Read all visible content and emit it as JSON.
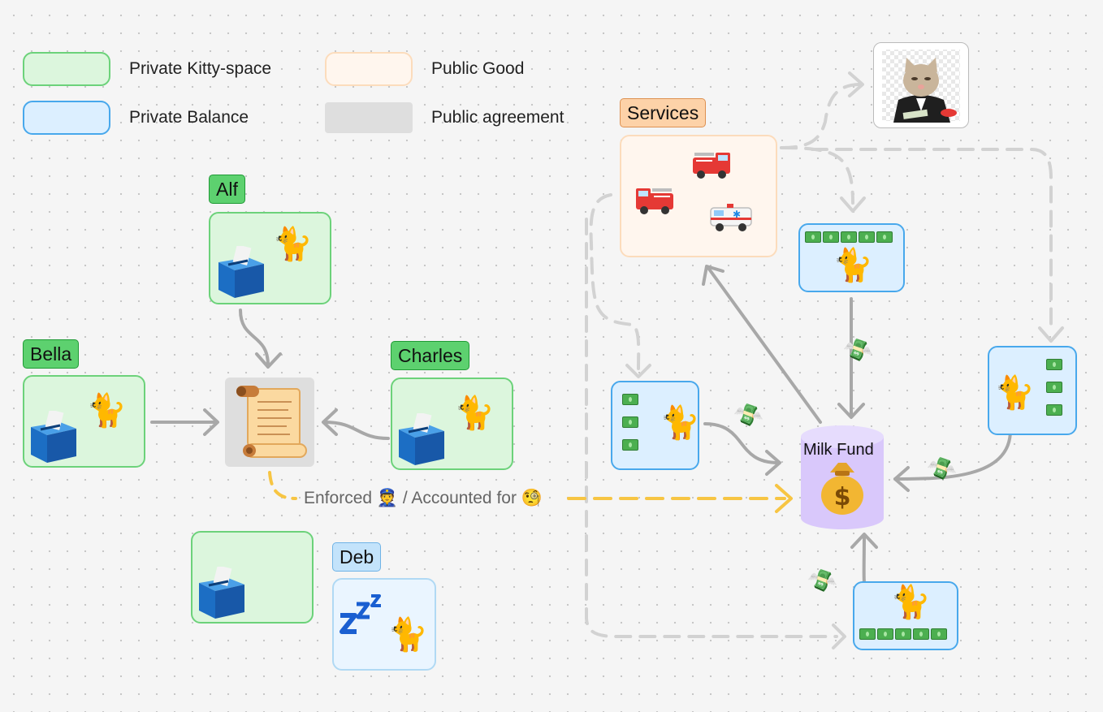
{
  "legend": {
    "private_kitty_space": "Private Kitty-space",
    "private_balance": "Private Balance",
    "public_good": "Public Good",
    "public_agreement": "Public agreement"
  },
  "nodes": {
    "alf": "Alf",
    "bella": "Bella",
    "charles": "Charles",
    "deb": "Deb",
    "services": "Services",
    "milk_fund": "Milk Fund"
  },
  "annotation": {
    "enforced": "Enforced 👮 / Accounted for 🧐"
  },
  "icons": {
    "ballot": "ballot-box-icon",
    "cat": "cat-icon",
    "scroll": "scroll-icon",
    "fire_truck": "fire-engine-icon",
    "ambulance": "ambulance-icon",
    "money": "dollar-banknote-icon",
    "money_bag": "money-bag-icon",
    "sleep": "zzz-icon",
    "boss_cat": "fat-cat-photo"
  },
  "colors": {
    "kitty_fill": "#dcf6dd",
    "kitty_border": "#6cd27a",
    "balance_fill": "#dcefff",
    "balance_border": "#48a8ec",
    "public_good_fill": "#fff6ee",
    "agreement_fill": "#dedede",
    "milk_fund": "#d9c8fb",
    "enforced_arrow": "#f7c543",
    "flow_arrow": "#a8a8a8"
  }
}
